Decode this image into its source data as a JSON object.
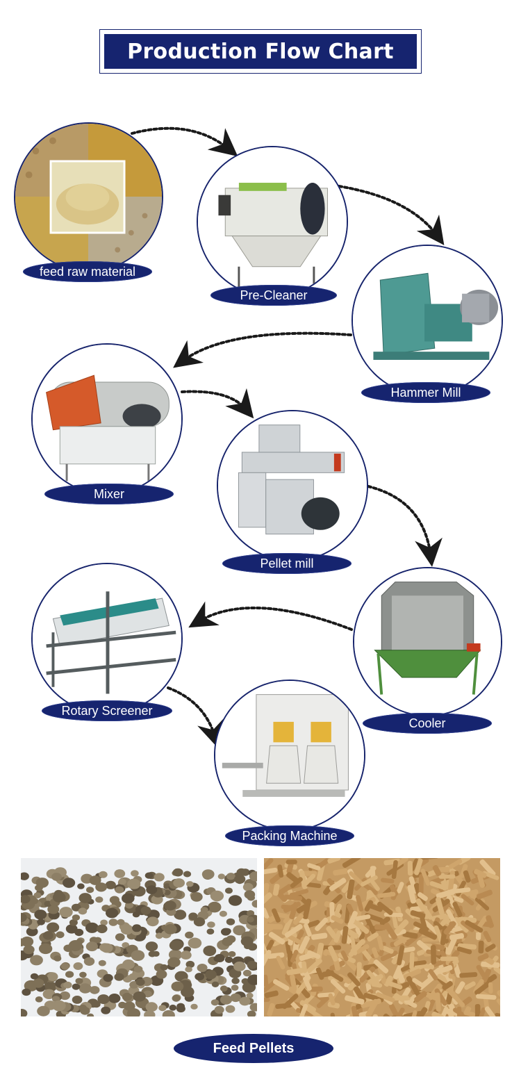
{
  "header": {
    "title": "Production Flow Chart"
  },
  "steps": [
    {
      "label": "feed raw material"
    },
    {
      "label": "Pre-Cleaner"
    },
    {
      "label": "Hammer Mill"
    },
    {
      "label": "Mixer"
    },
    {
      "label": "Pellet mill"
    },
    {
      "label": "Cooler"
    },
    {
      "label": "Rotary Screener"
    },
    {
      "label": "Packing Machine"
    }
  ],
  "footer": {
    "label": "Feed Pellets"
  },
  "colors": {
    "accent": "#16246f",
    "arrow": "#1a1a1a"
  }
}
